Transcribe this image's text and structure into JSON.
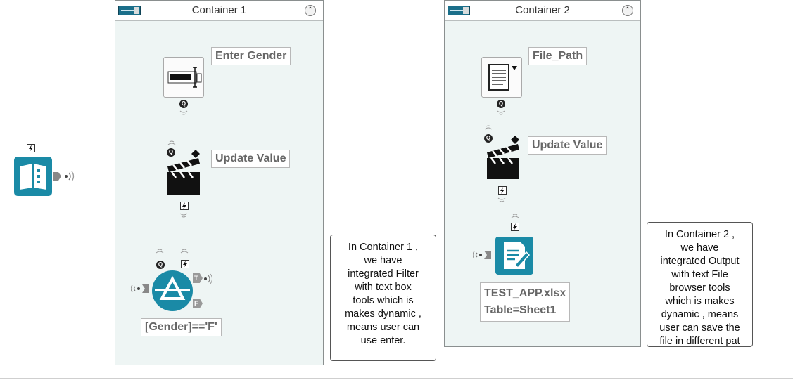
{
  "containers": [
    {
      "title": "Container 1",
      "collapse_symbol": "⌃"
    },
    {
      "title": "Container 2",
      "collapse_symbol": "⌃"
    }
  ],
  "tools": {
    "text_box_label": "Enter Gender",
    "update_value_label_1": "Update Value",
    "filter_label": "[Gender]=='F'",
    "file_browse_label": "File_Path",
    "update_value_label_2": "Update Value",
    "output_label": "TEST_APP.xlsx\nTable=Sheet1",
    "filter_true_anchor": "T",
    "filter_false_anchor": "F",
    "question_badge": "Q"
  },
  "comments": [
    {
      "text": "In Container 1 ,\nwe have\nintegrated Filter\nwith text box\ntools which is\nmakes dynamic ,\nmeans user can\nuse enter."
    },
    {
      "text": "In Container 2 ,\nwe have\nintegrated Output\nwith text File\nbrowser tools\nwhich is makes\ndynamic , means\nuser can save the\nfile in different pat"
    }
  ],
  "colors": {
    "teal": "#1a8aa6",
    "container_bg": "#eef5f4",
    "label_text": "#666666"
  }
}
